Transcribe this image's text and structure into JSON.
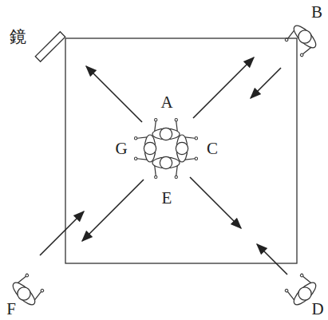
{
  "diagram": {
    "labels": [
      "鏡",
      "B",
      "A",
      "G",
      "C",
      "E",
      "F",
      "D"
    ]
  }
}
